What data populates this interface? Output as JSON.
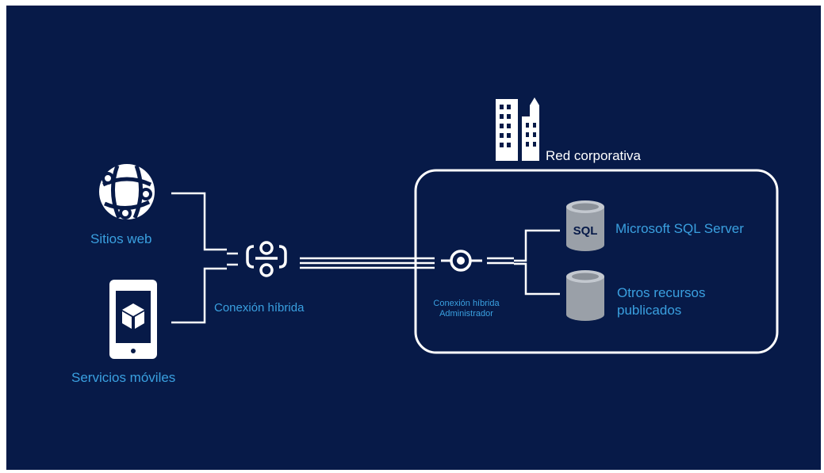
{
  "nodes": {
    "websites": {
      "label": "Sitios web",
      "icon": "globe-icon"
    },
    "mobile": {
      "label": "Servicios móviles",
      "icon": "mobile-device-icon"
    },
    "hybrid": {
      "label": "Conexión híbrida",
      "icon": "hybrid-connection-icon"
    },
    "manager": {
      "line1": "Conexión híbrida",
      "line2": "Administrador",
      "icon": "connection-manager-icon"
    },
    "network": {
      "label": "Red corporativa",
      "icon": "buildings-icon"
    },
    "sql": {
      "label": "Microsoft SQL Server",
      "icon_text": "SQL",
      "icon": "database-icon"
    },
    "other": {
      "line1": "Otros recursos",
      "line2": "publicados",
      "icon": "database-icon"
    }
  },
  "colors": {
    "background": "#071a48",
    "accent_blue": "#3aa0e0",
    "line_white": "#ffffff",
    "db_gray": "#9aa0a8"
  }
}
